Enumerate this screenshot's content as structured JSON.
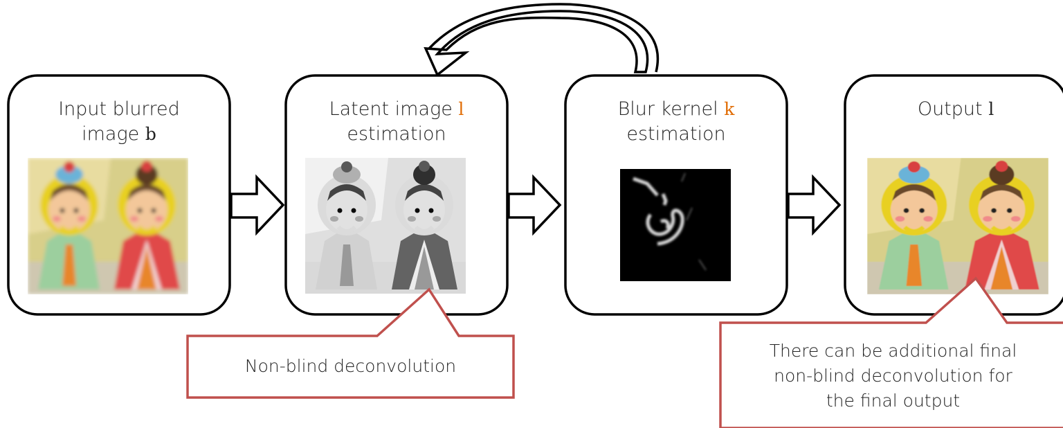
{
  "boxes": [
    {
      "line1": "Input blurred",
      "line2_prefix": "image ",
      "var": "b",
      "var_color": "#222222",
      "image": "blurred color photo of two hina dolls"
    },
    {
      "line1_prefix": "Latent image ",
      "var": "l",
      "var_color": "#e06a00",
      "line2": "estimation",
      "image": "grayscale sharpened photo of two hina dolls"
    },
    {
      "line1_prefix": "Blur kernel ",
      "var": "k",
      "var_color": "#e06a00",
      "line2": "estimation",
      "image": "blur kernel on black background"
    },
    {
      "line1_prefix": "Output ",
      "var": "l",
      "var_color": "#222222",
      "image": "deblurred color photo of two hina dolls"
    }
  ],
  "callouts": [
    {
      "text": "Non-blind deconvolution"
    },
    {
      "line1": "There can be additional final",
      "line2": "non-blind deconvolution for",
      "line3": "the final output"
    }
  ],
  "colors": {
    "box_stroke": "#000000",
    "callout_stroke": "#c0504d",
    "accent": "#e06a00"
  }
}
